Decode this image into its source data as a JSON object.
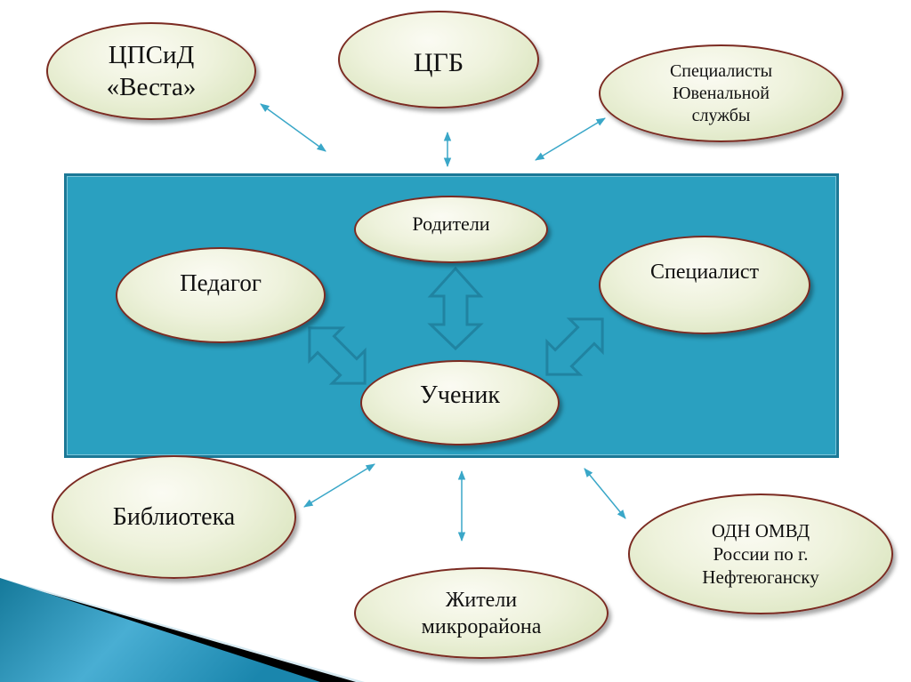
{
  "outer_nodes": {
    "vesta": [
      "ЦПСиД",
      "«Веста»"
    ],
    "cgb": "ЦГБ",
    "juvenile": [
      "Специалисты",
      "Ювенальной",
      "службы"
    ],
    "library": "Библиотека",
    "residents": [
      "Жители",
      "микрорайона"
    ],
    "police": [
      "ОДН ОМВД",
      "России по г.",
      "Нефтеюганску"
    ]
  },
  "inner_nodes": {
    "parents": "Родители",
    "teacher": "Педагог",
    "specialist": "Специалист",
    "student": "Ученик"
  },
  "colors": {
    "panel": "#2aa0c0",
    "ellipse_border": "#7b2b22",
    "arrow": "#1f7f9c"
  }
}
